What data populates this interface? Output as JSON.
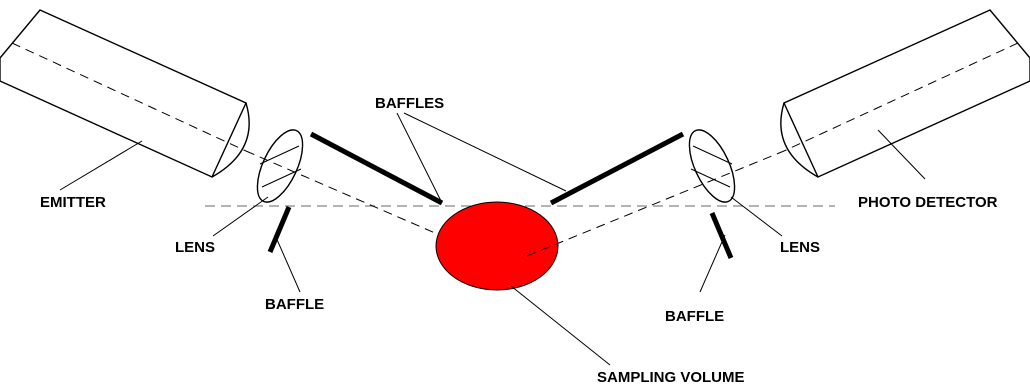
{
  "labels": {
    "emitter": "EMITTER",
    "lens_left": "LENS",
    "baffle_left": "BAFFLE",
    "baffles_top": "BAFFLES",
    "sampling_volume": "SAMPLING VOLUME",
    "photo_detector": "PHOTO DETECTOR",
    "lens_right": "LENS",
    "baffle_right": "BAFFLE"
  },
  "colors": {
    "sampling_volume_fill": "#ff0000",
    "line": "#000000",
    "horizontal_axis": "#888888"
  }
}
